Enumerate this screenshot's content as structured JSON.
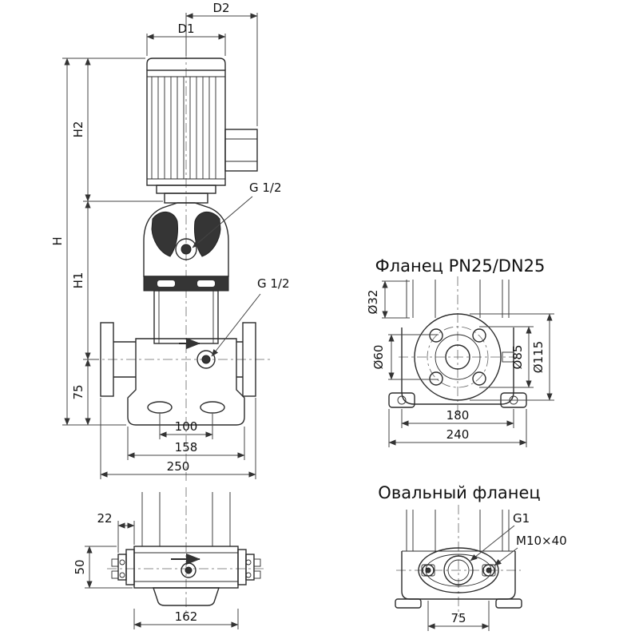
{
  "drawing": {
    "main_view": {
      "dim_d1": "D1",
      "dim_d2": "D2",
      "dim_h": "H",
      "dim_h1": "H1",
      "dim_h2": "H2",
      "dim_75": "75",
      "dim_100": "100",
      "dim_158": "158",
      "dim_250": "250",
      "port_top": "G 1/2",
      "port_mid": "G 1/2"
    },
    "flange_view": {
      "heading": "Фланец PN25/DN25",
      "dim_d32": "Ø32",
      "dim_d60": "Ø60",
      "dim_d85": "Ø85",
      "dim_d115": "Ø115",
      "dim_180": "180",
      "dim_240": "240"
    },
    "side_view": {
      "dim_22": "22",
      "dim_50": "50",
      "dim_162": "162"
    },
    "oval_view": {
      "heading": "Овальный фланец",
      "thread_label": "G1",
      "bolt_label": "M10×40",
      "dim_75": "75"
    },
    "colors": {
      "line": "#2b2b2b",
      "dim_line": "#444444",
      "background": "#ffffff",
      "dark_fill": "#353535"
    }
  }
}
